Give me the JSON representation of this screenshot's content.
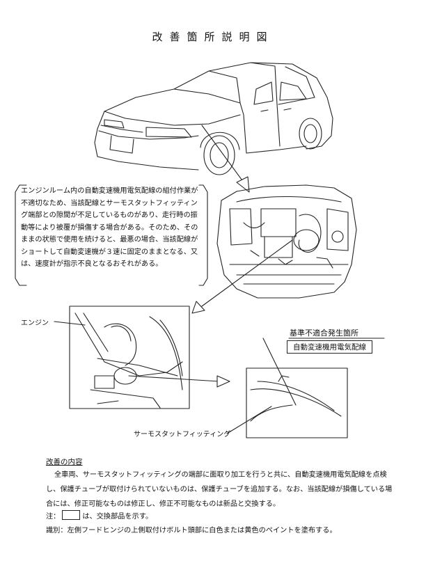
{
  "title": "改善箇所説明図",
  "description": "エンジンルーム内の自動変速機用電気配線の組付作業が不適切なため、当該配線とサーモスタットフィッティング端部との隙間が不足しているものがあり、走行時の振動等により被覆が損傷する場合がある。そのため、そのままの状態で使用を続けると、最悪の場合、当該配線がショートして自動変速機が３速に固定のままとなる、又は、速度計が指示不良となるおそれがある。",
  "labels": {
    "engine": "エンジン",
    "nonconformity_location": "基準不適合発生箇所",
    "at_wiring": "自動変速機用電気配線",
    "thermostat_fitting": "サーモスタットフィッティング"
  },
  "improvement": {
    "heading": "改善の内容",
    "body": "全車両、サーモスタットフィッティングの端部に面取り加工を行うと共に、自動変速機用電気配線を点検し、保護チューブが取付けられていないものは、保護チューブを追加する。なお、当該配線が損傷している場合には、修正可能なものは修正し、修正不可能なものは新品と交換する。"
  },
  "notes": {
    "note_prefix": "注：",
    "note_suffix": "は、交換部品を示す。",
    "identification": "識別：左側フードヒンジの上側取付けボルト頭部に白色または黄色のペイントを塗布する。"
  }
}
